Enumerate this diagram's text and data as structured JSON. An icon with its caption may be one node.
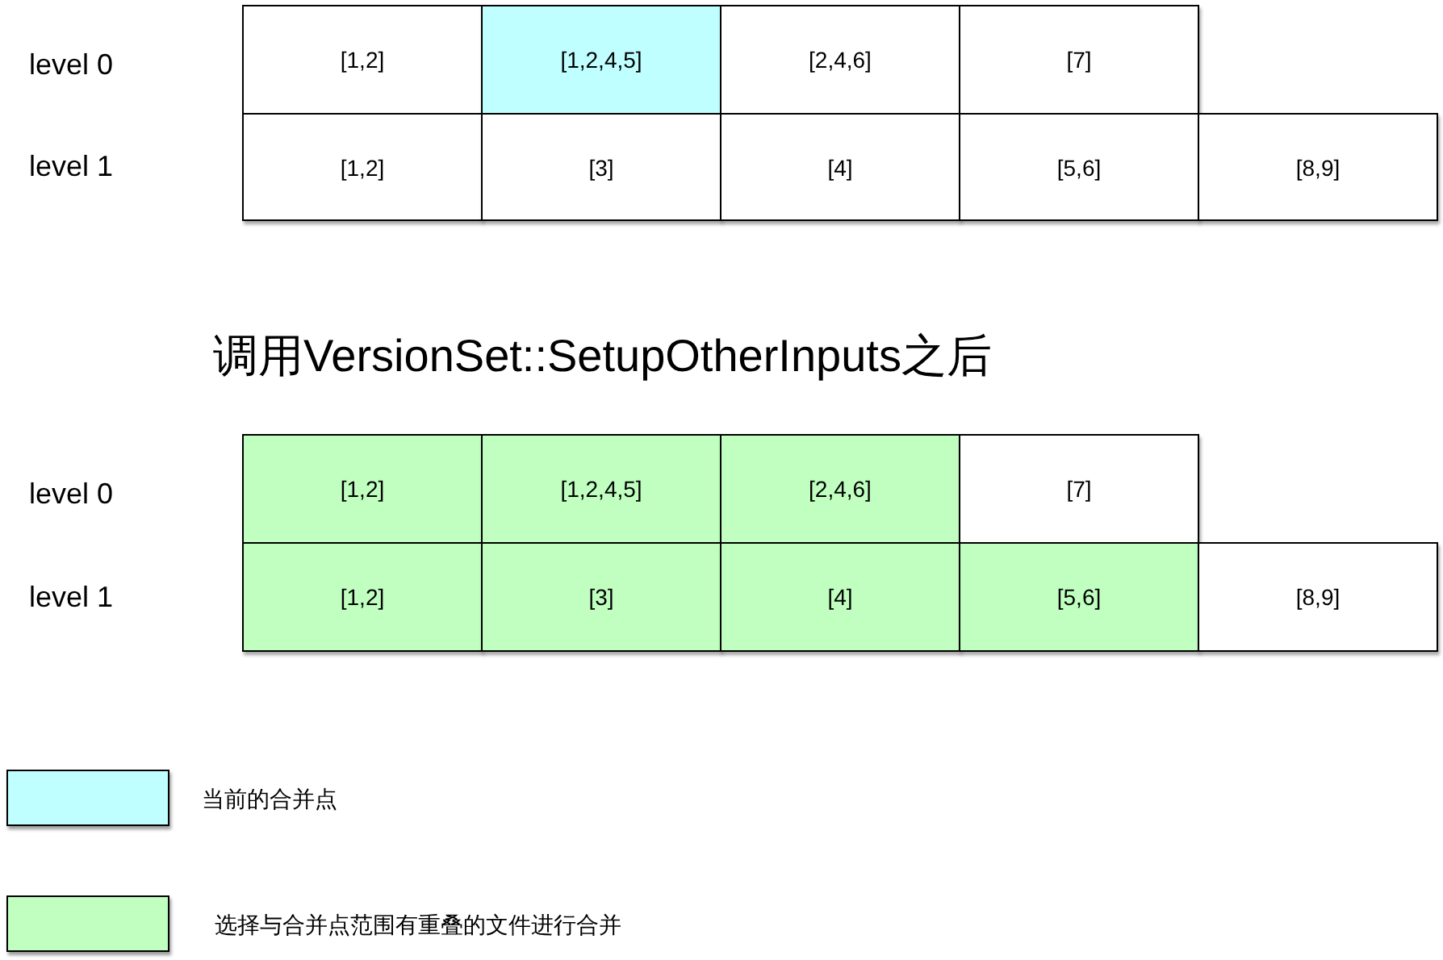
{
  "diagram": {
    "title": "调用VersionSet::SetupOtherInputs之后",
    "nodes": [
      {
        "text": [
          "[1,2]"
        ]
      },
      {
        "text": [
          "[1,2,4,5]"
        ]
      },
      {
        "text": [
          "[2,4,6]"
        ]
      },
      {
        "text": [
          "[7]"
        ]
      },
      {
        "text": [
          "[1,2]"
        ]
      },
      {
        "text": [
          "[3]"
        ]
      },
      {
        "text": [
          "[4]"
        ]
      },
      {
        "text": [
          "[5,6]"
        ]
      },
      {
        "text": [
          "[8,9]"
        ]
      },
      {
        "text": [
          "[1,2]"
        ]
      },
      {
        "text": [
          "[1,2,4,5]"
        ]
      },
      {
        "text": [
          "[2,4,6]"
        ]
      },
      {
        "text": [
          "[7]"
        ]
      },
      {
        "text": [
          "[1,2]"
        ]
      },
      {
        "text": [
          "[3]"
        ]
      },
      {
        "text": [
          "[4]"
        ]
      },
      {
        "text": [
          "[5,6]"
        ]
      },
      {
        "text": [
          "[8,9]"
        ]
      }
    ],
    "labels": [
      "level 0",
      "level 1",
      "level 0",
      "level 1"
    ],
    "legend": [
      {
        "text": "当前的合并点",
        "color": "#c0ffff"
      },
      {
        "text": "选择与合并点范围有重叠的文件进行合并",
        "color": "#c0ffc0"
      }
    ]
  }
}
